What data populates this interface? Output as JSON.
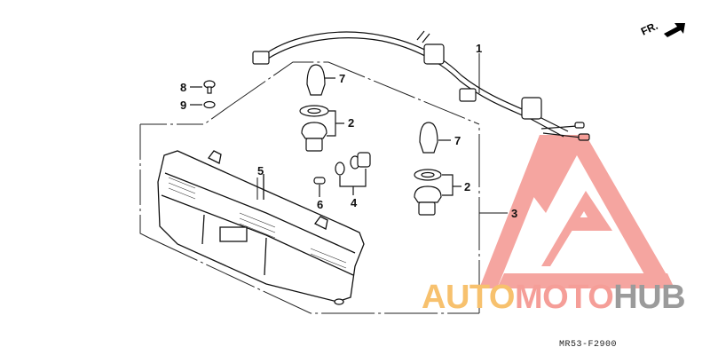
{
  "diagram": {
    "type": "exploded-parts-diagram",
    "subject": "Rear combination / tail light assembly",
    "diagram_code": "MR53-F2900",
    "direction_indicator": {
      "label": "FR.",
      "icon": "arrow-up-right-icon"
    },
    "callouts": [
      {
        "number": "1",
        "part": "wire-harness"
      },
      {
        "number": "2",
        "part": "bulb-socket-assembly-upper"
      },
      {
        "number": "2",
        "part": "bulb-socket-assembly-lower"
      },
      {
        "number": "3",
        "part": "taillight-assembly"
      },
      {
        "number": "4",
        "part": "socket-with-gasket"
      },
      {
        "number": "5",
        "part": "taillight-lens-housing"
      },
      {
        "number": "6",
        "part": "wedge-bulb"
      },
      {
        "number": "7",
        "part": "bulb-upper"
      },
      {
        "number": "7",
        "part": "bulb-lower"
      },
      {
        "number": "8",
        "part": "screw"
      },
      {
        "number": "9",
        "part": "washer"
      }
    ]
  },
  "labels": {
    "c1": "1",
    "c2a": "2",
    "c2b": "2",
    "c3": "3",
    "c4": "4",
    "c5": "5",
    "c6": "6",
    "c7a": "7",
    "c7b": "7",
    "c8": "8",
    "c9": "9",
    "fr": "FR.",
    "code": "MR53-F2900"
  },
  "watermark": {
    "part1": "AUTO",
    "part2": "MOTO",
    "part3": "HUB",
    "colors": {
      "auto": "#f7c16e",
      "moto": "#f59e98",
      "hub": "#9b9b9b",
      "logo": "#f59e98"
    }
  }
}
